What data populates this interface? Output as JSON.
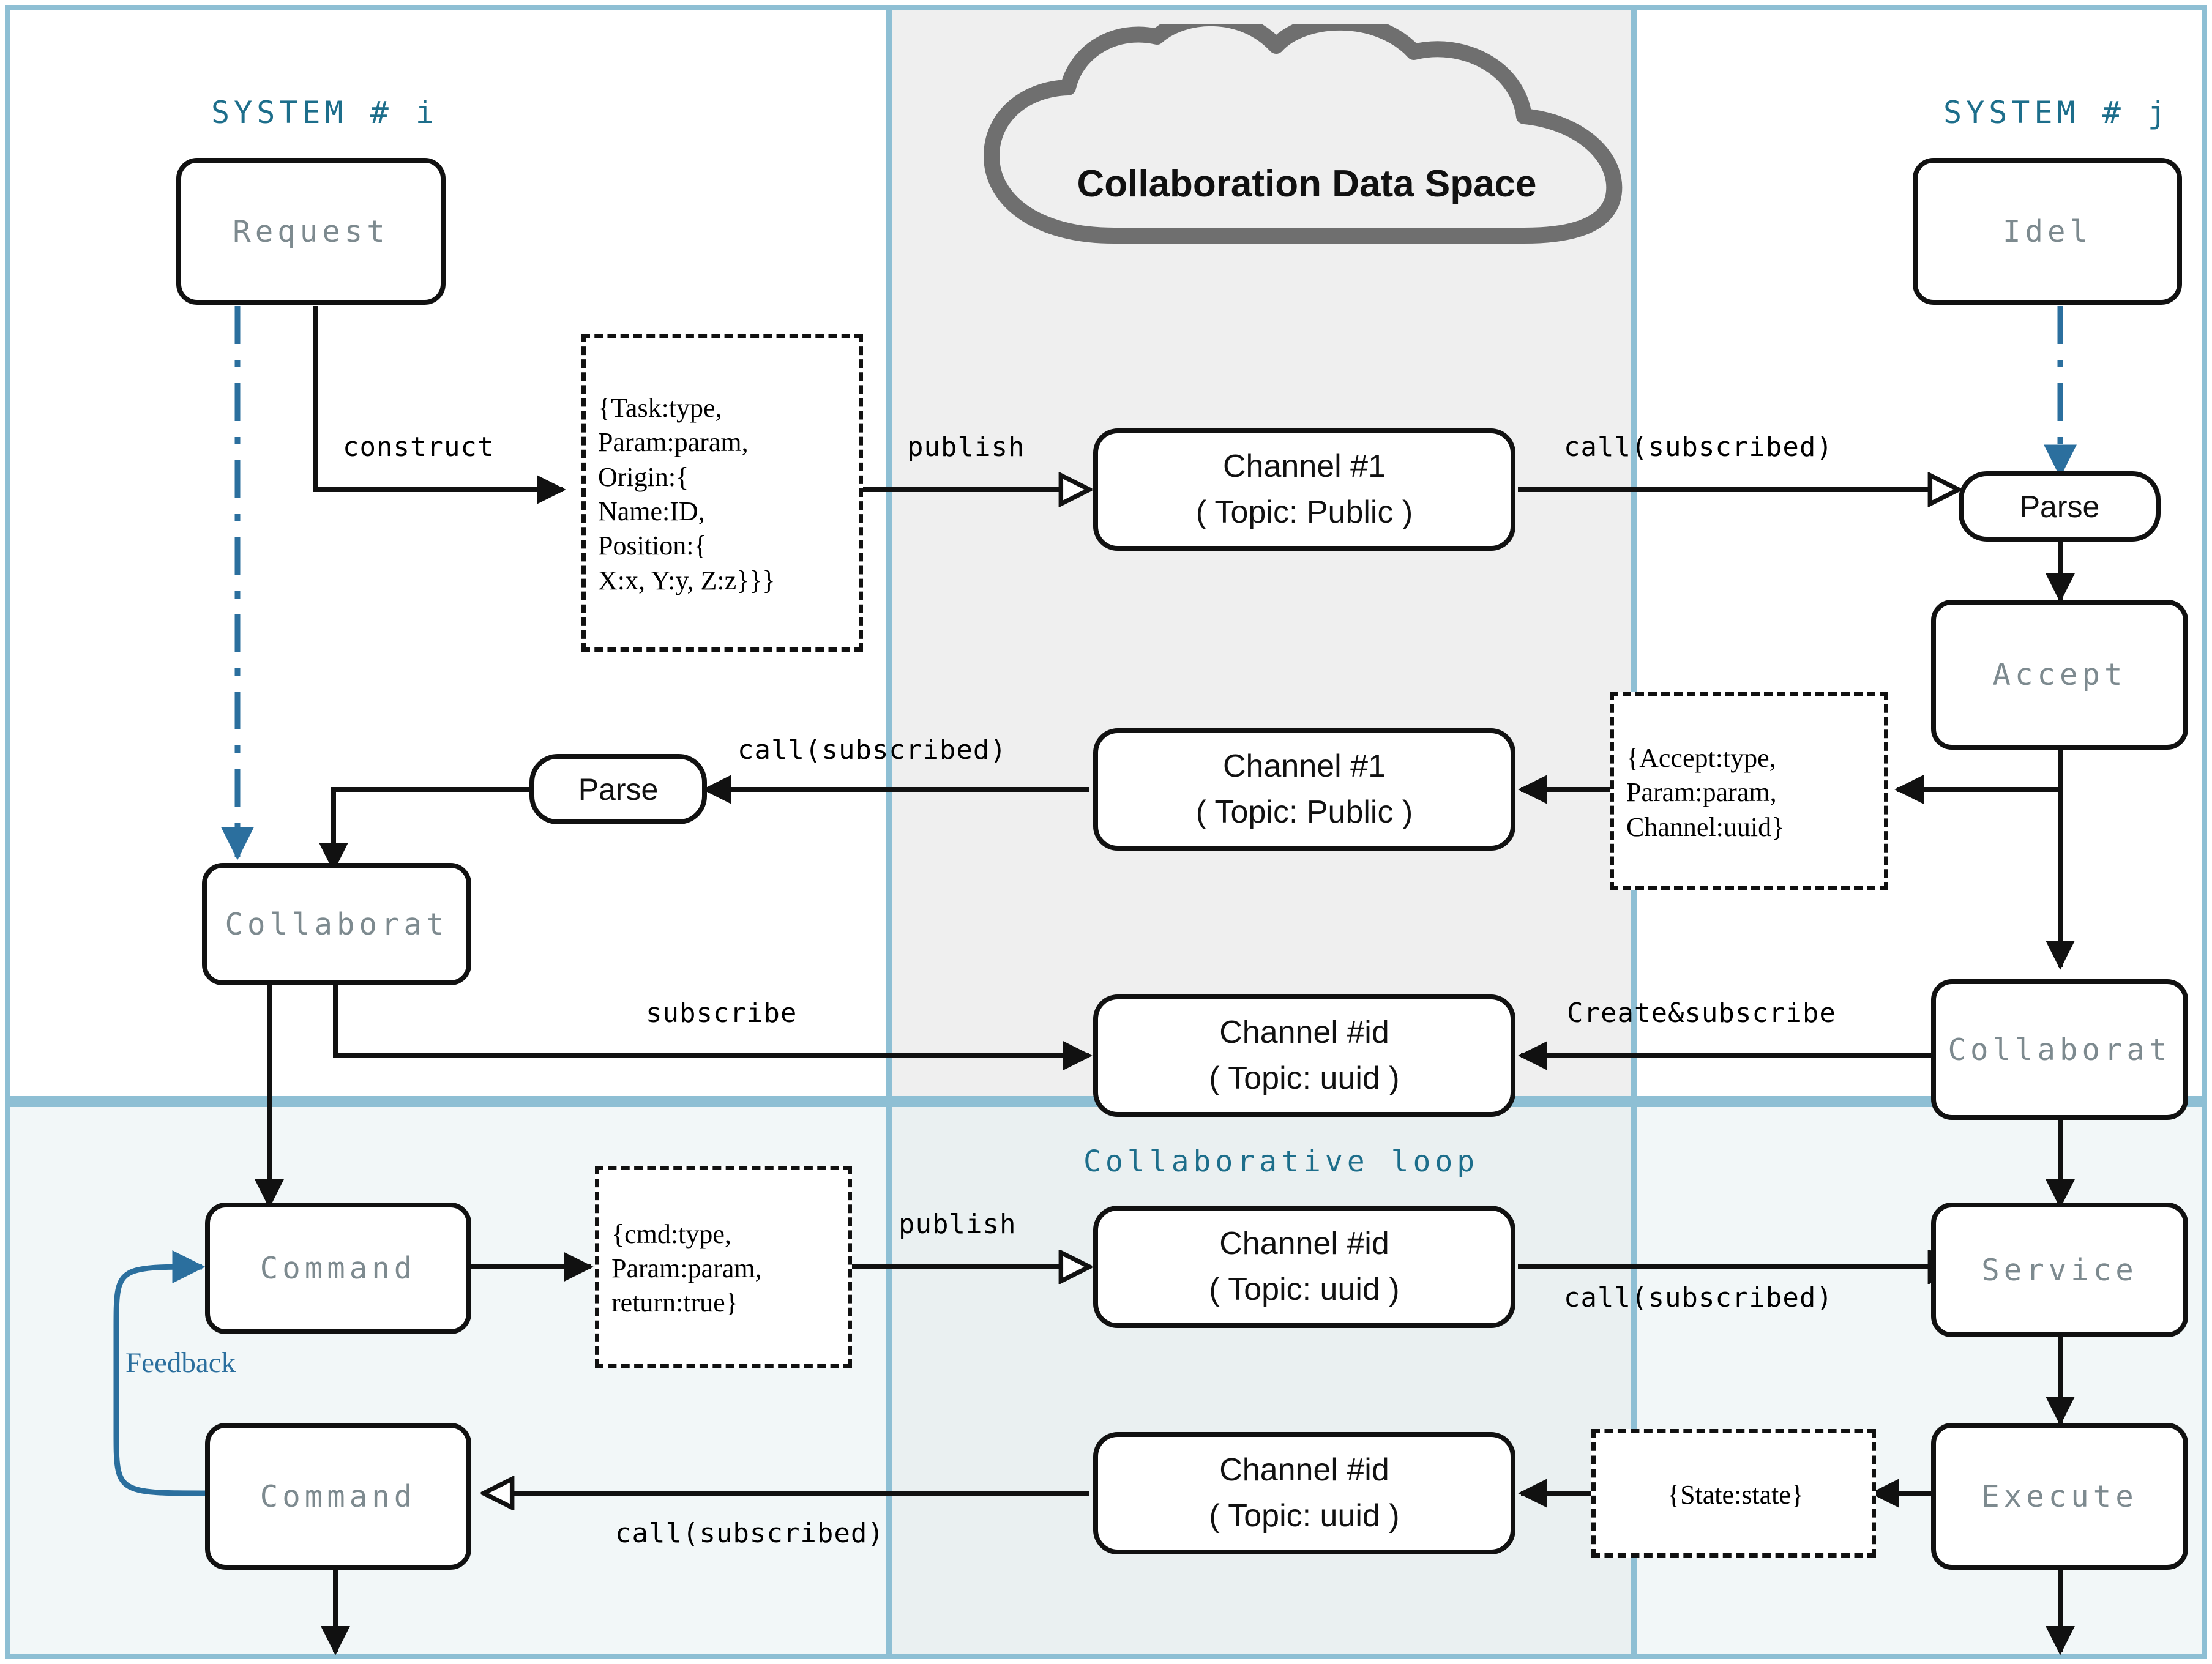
{
  "frame": {
    "border_color": "#8ebfd4",
    "mid_column_top_bg": "#efefef",
    "mid_column_bottom_bg": "#eaf0f1",
    "bottom_panel_bg": "#f2f7f8"
  },
  "accent": {
    "teal": "#1d6e8b",
    "blue": "#2b6f9e",
    "cloud_gray": "#6f6f6f"
  },
  "headers": {
    "system_i": "SYSTEM # i",
    "system_j": "SYSTEM # j",
    "collaborative_loop": "Collaborative loop",
    "cloud_title": "Collaboration Data Space"
  },
  "states": {
    "request": "Request",
    "idel": "Idel",
    "parse_left": "Parse",
    "parse_right": "Parse",
    "accept": "Accept",
    "collaborat_left": "Collaborat",
    "collaborat_right": "Collaborat",
    "command_top": "Command",
    "command_bottom": "Command",
    "service": "Service",
    "execute": "Execute"
  },
  "channels": {
    "ch1_top": {
      "name": "Channel #1",
      "topic": "( Topic: Public )"
    },
    "ch1_mid": {
      "name": "Channel #1",
      "topic": "( Topic: Public )"
    },
    "chid_sub": {
      "name": "Channel #id",
      "topic": "( Topic: uuid )"
    },
    "chid_cmd": {
      "name": "Channel #id",
      "topic": "( Topic: uuid )"
    },
    "chid_state": {
      "name": "Channel #id",
      "topic": "( Topic: uuid )"
    }
  },
  "messages": {
    "task": [
      "{Task:type,",
      "Param:param,",
      "Origin:{",
      "Name:ID,",
      "Position:{",
      "X:x, Y:y, Z:z}}}"
    ],
    "accept": [
      "{Accept:type,",
      "Param:param,",
      "Channel:uuid}"
    ],
    "cmd": [
      "{cmd:type,",
      "Param:param,",
      "return:true}"
    ],
    "state": [
      "{State:state}"
    ]
  },
  "edge_labels": {
    "construct": "construct",
    "publish_top": "publish",
    "call_subscribed_top_right": "call(subscribed)",
    "call_subscribed_mid_left": "call(subscribed)",
    "subscribe": "subscribe",
    "create_and_subscribe": "Create&subscribe",
    "publish_bottom": "publish",
    "call_subscribed_bottom_right": "call(subscribed)",
    "call_subscribed_bottom_left": "call(subscribed)",
    "feedback": "Feedback"
  }
}
